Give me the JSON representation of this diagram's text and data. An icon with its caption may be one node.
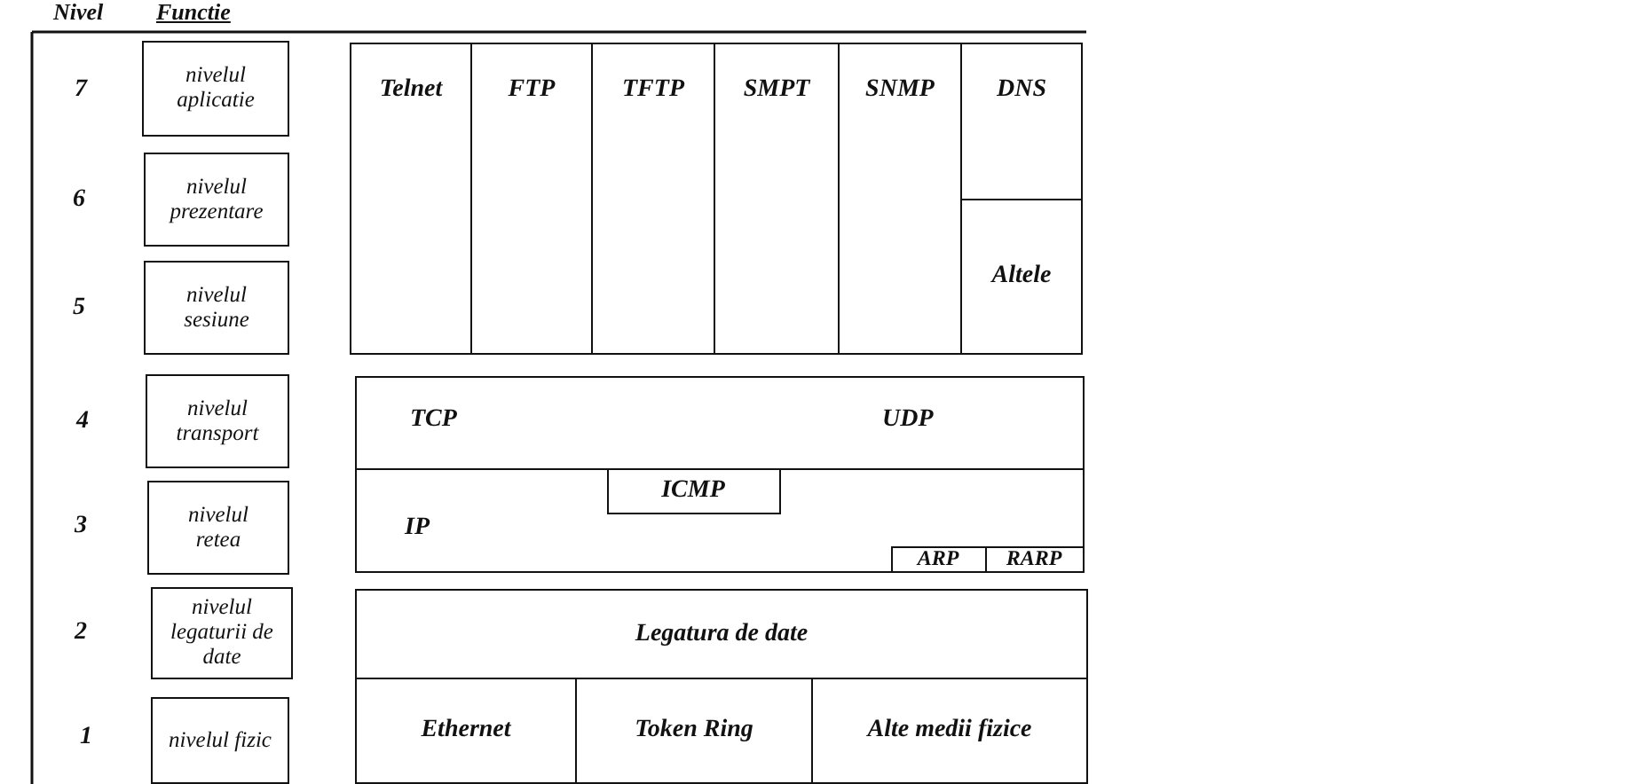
{
  "diagram": {
    "nodes": [
      {
        "text": [
          "nivelul aplicatie"
        ]
      },
      {
        "text": [
          "nivelul prezentare"
        ]
      },
      {
        "text": [
          "nivelul sesiune"
        ]
      },
      {
        "text": [
          "nivelul transport"
        ]
      },
      {
        "text": [
          "nivelul retea"
        ]
      },
      {
        "text": [
          "nivelul legaturii de date"
        ]
      },
      {
        "text": [
          "nivelul fizic"
        ]
      },
      {
        "text": [
          "Telnet"
        ]
      },
      {
        "text": [
          "FTP"
        ]
      },
      {
        "text": [
          "TFTP"
        ]
      },
      {
        "text": [
          "SMPT"
        ]
      },
      {
        "text": [
          "SNMP"
        ]
      },
      {
        "text": [
          "DNS"
        ]
      },
      {
        "text": [
          "Altele"
        ]
      },
      {
        "text": [
          "TCP",
          "UDP"
        ]
      },
      {
        "text": [
          "IP"
        ]
      },
      {
        "text": [
          "ICMP"
        ],
        "in": 15
      },
      {
        "text": [
          "ARP"
        ],
        "in": 15
      },
      {
        "text": [
          "RARP"
        ],
        "in": 15
      },
      {
        "text": [
          "Legatura de date"
        ]
      },
      {
        "text": [
          "Ethernet"
        ]
      },
      {
        "text": [
          "Token Ring"
        ]
      },
      {
        "text": [
          "Alte medii fizice"
        ]
      }
    ],
    "labels": [
      "Nivel",
      "Functie",
      "7",
      "6",
      "5",
      "4",
      "3",
      "2",
      "1"
    ]
  }
}
